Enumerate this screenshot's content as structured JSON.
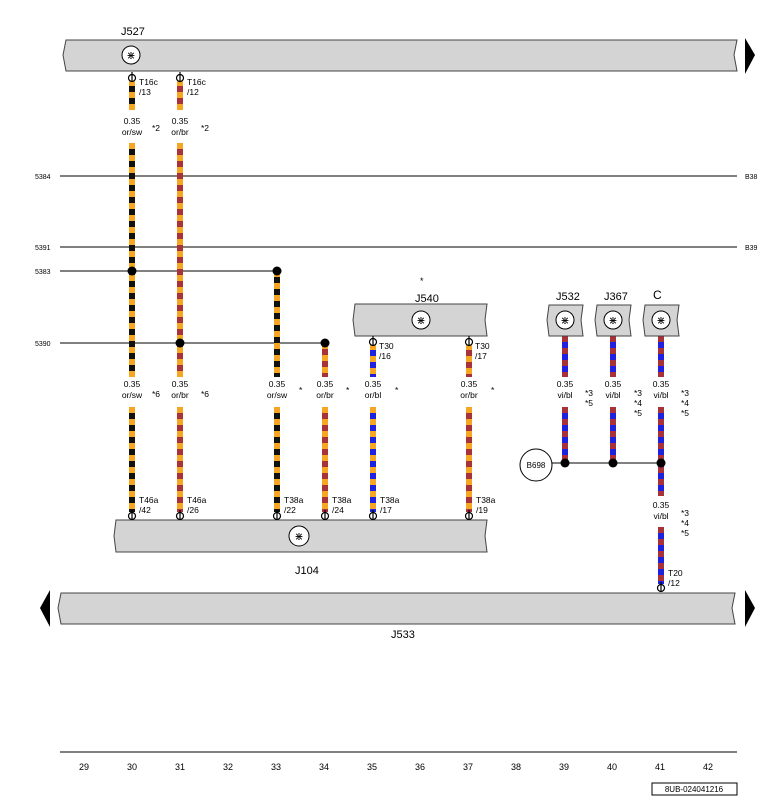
{
  "components": {
    "top_bar": "J527",
    "mid_box": "J540",
    "small_boxes": [
      "J532",
      "J367",
      "C"
    ],
    "lower_box": "J104",
    "bottom_bar": "J533",
    "ground_circle": "B698"
  },
  "connectors": [
    {
      "id": "t16c-13",
      "top": "T16c",
      "bottom": "/13"
    },
    {
      "id": "t16c-12",
      "top": "T16c",
      "bottom": "/12"
    },
    {
      "id": "t30-16",
      "top": "T30",
      "bottom": "/16"
    },
    {
      "id": "t30-17",
      "top": "T30",
      "bottom": "/17"
    },
    {
      "id": "t46a-42",
      "top": "T46a",
      "bottom": "/42"
    },
    {
      "id": "t46a-26",
      "top": "T46a",
      "bottom": "/26"
    },
    {
      "id": "t38a-22",
      "top": "T38a",
      "bottom": "/22"
    },
    {
      "id": "t38a-24",
      "top": "T38a",
      "bottom": "/24"
    },
    {
      "id": "t38a-17",
      "top": "T38a",
      "bottom": "/17"
    },
    {
      "id": "t38a-19",
      "top": "T38a",
      "bottom": "/19"
    },
    {
      "id": "t20-12",
      "top": "T20",
      "bottom": "/12"
    }
  ],
  "wire_labels": [
    {
      "id": "w30a",
      "size": "0.35",
      "color": "or/sw",
      "note": "*2"
    },
    {
      "id": "w31a",
      "size": "0.35",
      "color": "or/br",
      "note": "*2"
    },
    {
      "id": "w30b",
      "size": "0.35",
      "color": "or/sw",
      "note": "*6"
    },
    {
      "id": "w31b",
      "size": "0.35",
      "color": "or/br",
      "note": "*6"
    },
    {
      "id": "w33",
      "size": "0.35",
      "color": "or/sw",
      "note": "*"
    },
    {
      "id": "w34",
      "size": "0.35",
      "color": "or/br",
      "note": "*"
    },
    {
      "id": "w35",
      "size": "0.35",
      "color": "or/bl",
      "note": "*"
    },
    {
      "id": "w37",
      "size": "0.35",
      "color": "or/br",
      "note": "*"
    },
    {
      "id": "w39",
      "size": "0.35",
      "color": "vi/bl",
      "note": "*3\n*5"
    },
    {
      "id": "w40",
      "size": "0.35",
      "color": "vi/bl",
      "note": "*3\n*4\n*5"
    },
    {
      "id": "w41a",
      "size": "0.35",
      "color": "vi/bl",
      "note": "*3\n*4\n*5"
    },
    {
      "id": "w41b",
      "size": "0.35",
      "color": "vi/bl",
      "note": "*3\n*4\n*5"
    }
  ],
  "bus_lines": {
    "left": [
      "5384",
      "5391",
      "5383",
      "5390"
    ],
    "right": [
      "B38",
      "B39"
    ]
  },
  "j540_star": "*",
  "grid_numbers": [
    "29",
    "30",
    "31",
    "32",
    "33",
    "34",
    "35",
    "36",
    "37",
    "38",
    "39",
    "40",
    "41",
    "42"
  ],
  "doc_code": "8UB-024041216",
  "wire_colors": {
    "orange": "#f5a623",
    "black": "#111111",
    "brown": "#a83238",
    "blue": "#1e22e0",
    "violet": "#a83238"
  }
}
